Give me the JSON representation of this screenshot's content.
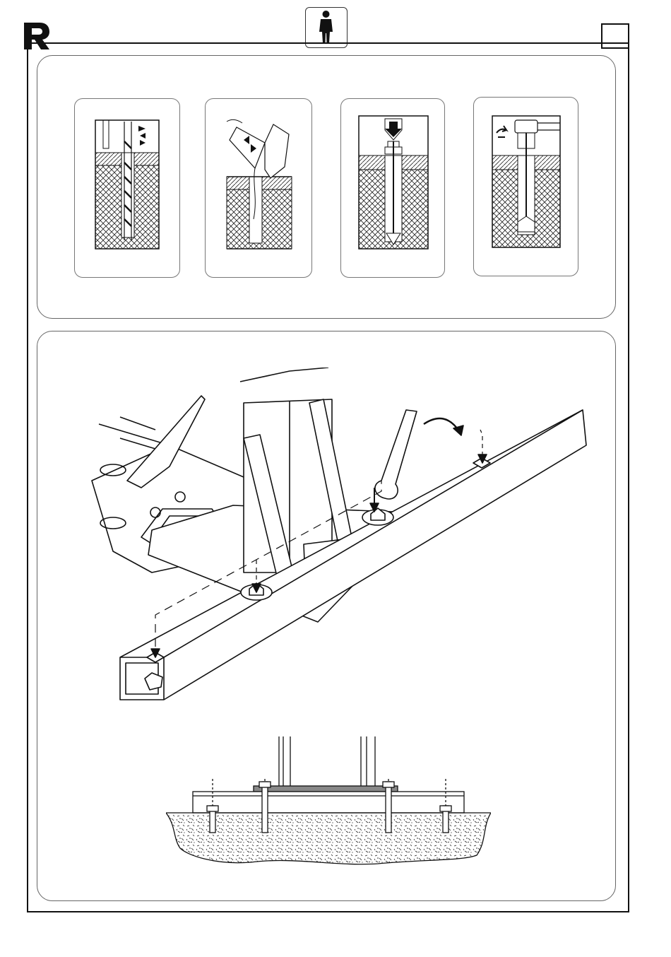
{
  "header": {
    "logo_icon": "brand-r-logo",
    "operator_icon": "single-operator-icon",
    "page_number_box": ""
  },
  "steps": [
    {
      "icon": "drill-hole-icon"
    },
    {
      "icon": "clean-hole-icon"
    },
    {
      "icon": "insert-anchor-icon"
    },
    {
      "icon": "tighten-anchor-icon"
    }
  ],
  "diagrams": {
    "main": "column-base-anchoring-diagram",
    "section": "anchor-bolt-cross-section-diagram"
  },
  "colors": {
    "ink": "#111111",
    "panel_border": "#666666",
    "background": "#ffffff"
  }
}
